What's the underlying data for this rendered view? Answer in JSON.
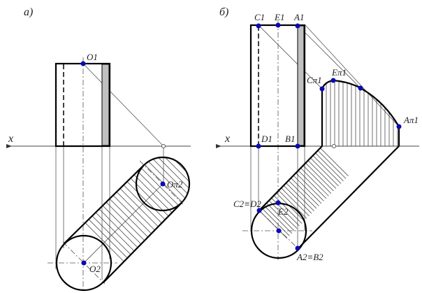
{
  "panel_a": {
    "title": "а)",
    "axis_label": "x",
    "points": {
      "O1": "O1",
      "O_pi2": "Oπ2",
      "O2": "O2"
    }
  },
  "panel_b": {
    "title": "б)",
    "axis_label": "x",
    "points": {
      "C1": "C1",
      "E1": "E1",
      "A1": "A1",
      "C_pi1": "Cπ1",
      "E_pi1": "Eπ1",
      "A_pi1": "Aπ1",
      "D1": "D1",
      "B1": "B1",
      "C2D2": "C2≡D2",
      "E2": "E2",
      "A2B2": "A2≡B2"
    }
  },
  "colors": {
    "point": "#0a0ab4",
    "shade": "#c0c0c0",
    "line": "#000000"
  }
}
